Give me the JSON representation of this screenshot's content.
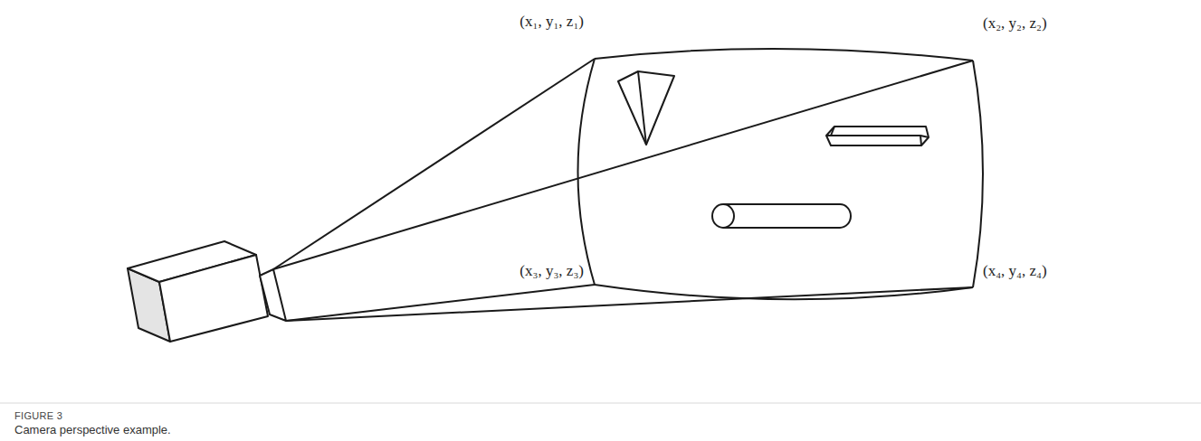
{
  "diagram": {
    "caption": "Camera perspective example.",
    "labels": [
      "(x₁, y₁, z₁)",
      "(x₂, y₂, z₂)",
      "(x₃, y₃, z₃)",
      "(x₄, y₄, z₄)",
      "FIGURE 3"
    ]
  }
}
